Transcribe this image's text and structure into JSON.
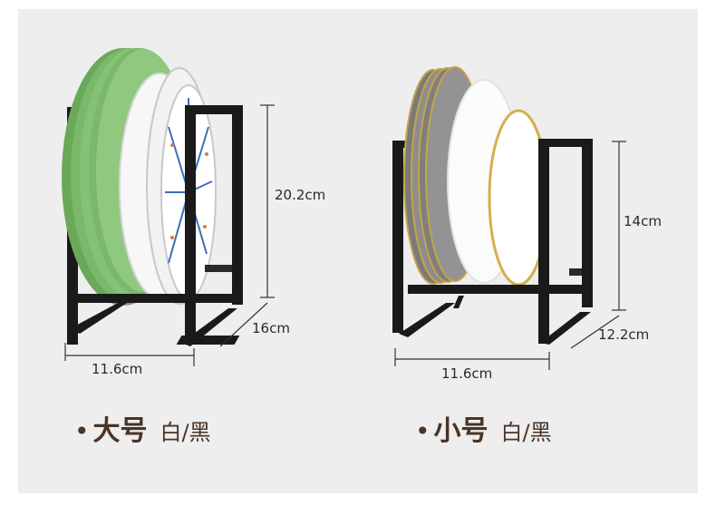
{
  "large": {
    "height": "20.2cm",
    "depth": "16cm",
    "width": "11.6cm",
    "bullet": "•",
    "size_name": "大号",
    "colors": "白/黑"
  },
  "small": {
    "height": "14cm",
    "depth": "12.2cm",
    "width": "11.6cm",
    "bullet": "•",
    "size_name": "小号",
    "colors": "白/黑"
  },
  "palette": {
    "background": "#eeeeee",
    "rack": "#1a1a1a",
    "plate_green": "#7ab86a",
    "plate_gray": "#8d8d8d",
    "plate_gold": "#c8a24a",
    "text_brown": "#4a3426"
  }
}
